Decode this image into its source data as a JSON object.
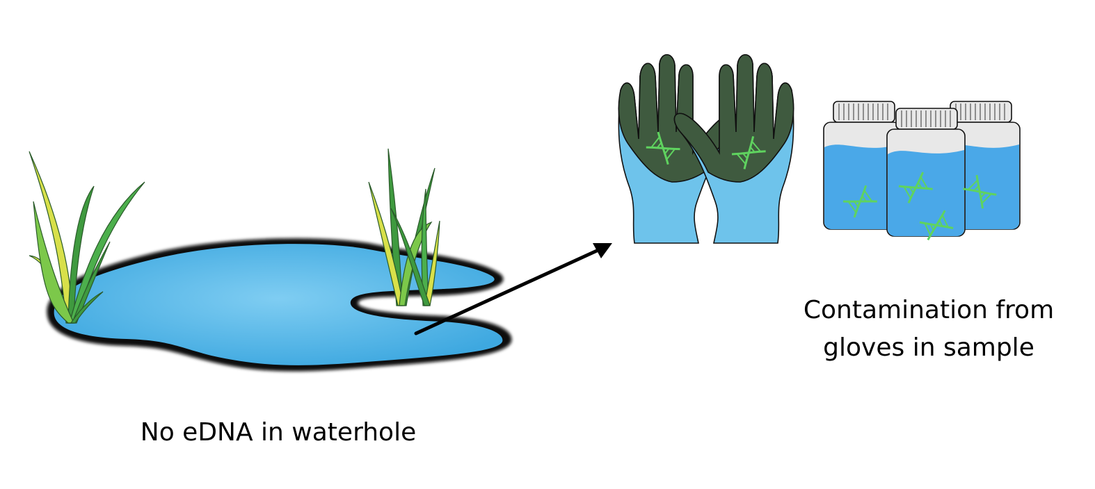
{
  "captions": {
    "left": "No eDNA in waterhole",
    "right_line1": "Contamination from",
    "right_line2": "gloves in sample"
  },
  "icons": {
    "waterhole": "waterhole-icon",
    "reeds": "reeds-icon",
    "gloves": "gloves-icon",
    "dna": "dna-icon",
    "sample_bottle": "sample-bottle-icon",
    "arrow": "arrow-icon"
  },
  "colors": {
    "water": "#4fb3e8",
    "water_light": "#7fcdf2",
    "glove_light": "#6ec3eb",
    "glove_dark": "#3f5a3f",
    "dna": "#5fd35f",
    "reed_green": "#3f9a3f",
    "reed_yellow": "#d8e04a",
    "bottle_liquid": "#4aa8e8",
    "bottle_cap": "#e8e8e8",
    "outline": "#111111"
  }
}
